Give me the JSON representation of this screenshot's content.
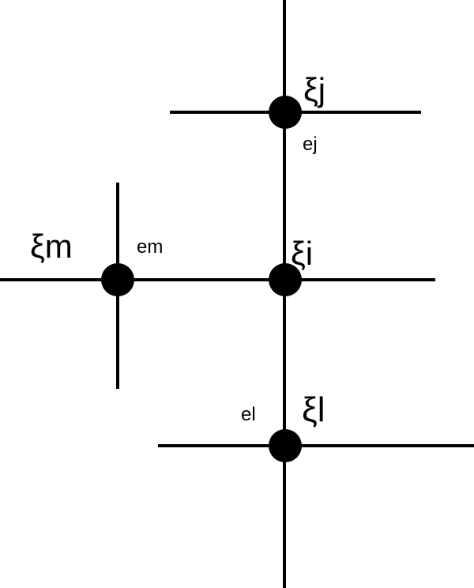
{
  "colors": {
    "line": "#000000",
    "background": "#ffffff"
  },
  "nodes": {
    "j": {
      "label": "ξj",
      "edge_label": "ej"
    },
    "i": {
      "label": "ξi"
    },
    "m": {
      "label": "ξm",
      "edge_label": "em"
    },
    "l": {
      "label": "ξl",
      "edge_label": "el"
    }
  }
}
